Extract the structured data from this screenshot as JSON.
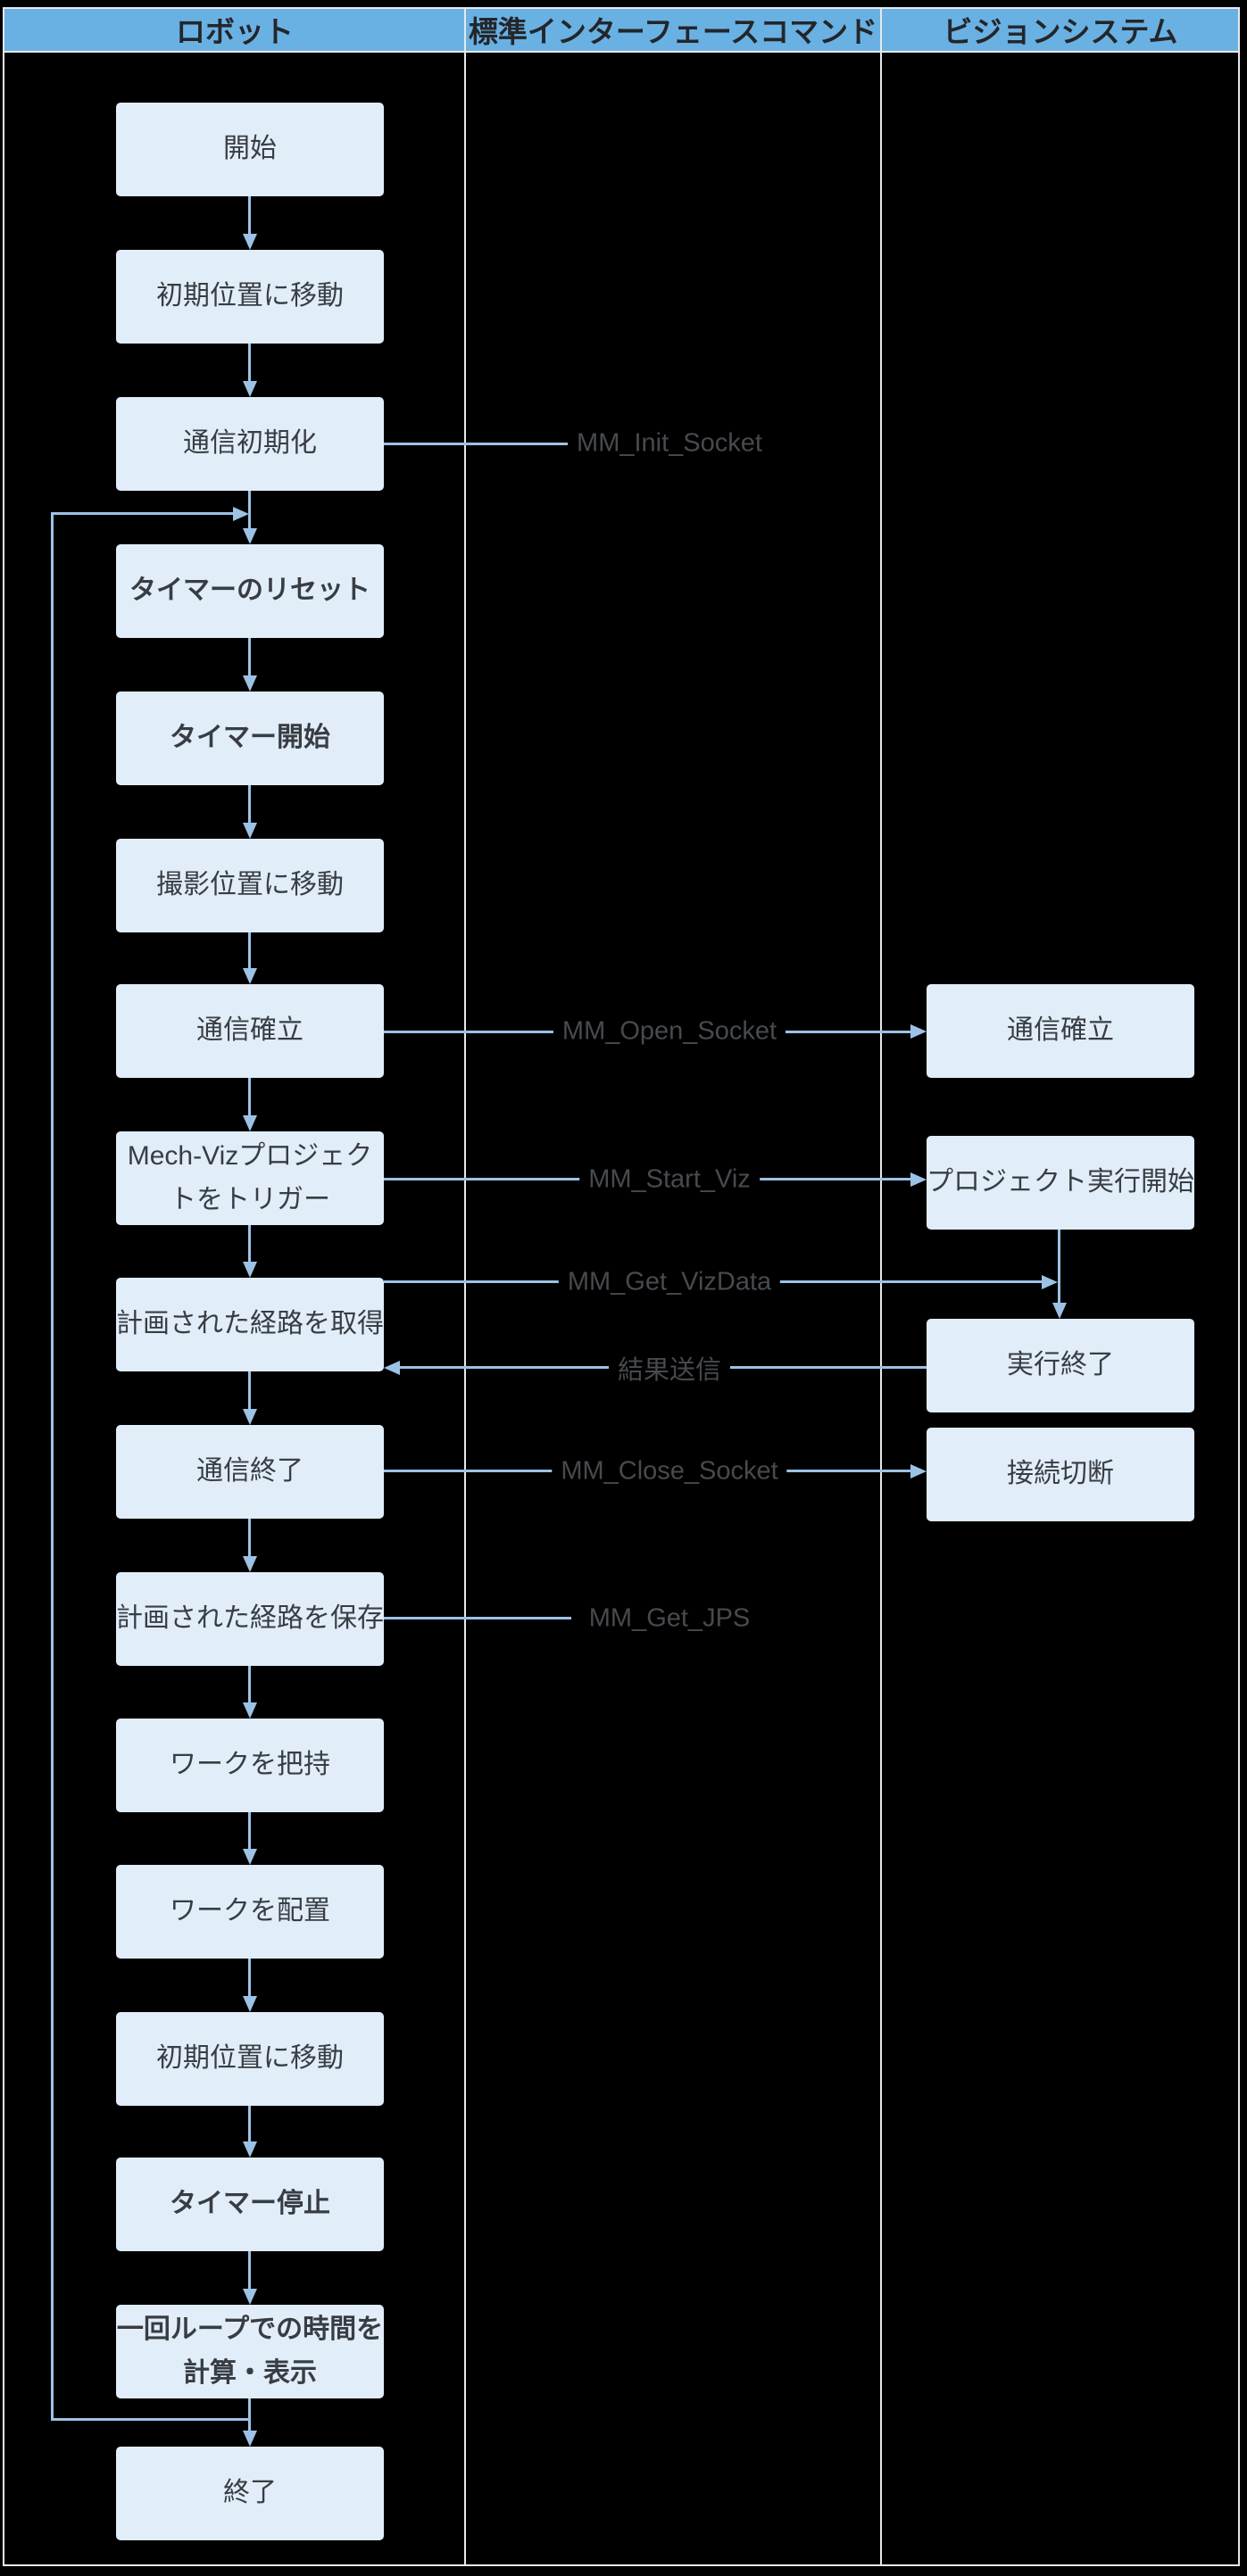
{
  "header": {
    "columns": [
      {
        "label": "ロボット"
      },
      {
        "label": "標準インターフェースコマンド"
      },
      {
        "label": "ビジョンシステム"
      }
    ]
  },
  "robot_flow": [
    {
      "label": "開始",
      "bold": false
    },
    {
      "label": "初期位置に移動",
      "bold": false
    },
    {
      "label": "通信初期化",
      "bold": false
    },
    {
      "label": "タイマーのリセット",
      "bold": true
    },
    {
      "label": "タイマー開始",
      "bold": true
    },
    {
      "label": "撮影位置に移動",
      "bold": false
    },
    {
      "label": "通信確立",
      "bold": false
    },
    {
      "label": "Mech-Vizプロジェク\nトをトリガー",
      "bold": false
    },
    {
      "label": "計画された経路を取得",
      "bold": false
    },
    {
      "label": "通信終了",
      "bold": false
    },
    {
      "label": "計画された経路を保存",
      "bold": false
    },
    {
      "label": "ワークを把持",
      "bold": false
    },
    {
      "label": "ワークを配置",
      "bold": false
    },
    {
      "label": "初期位置に移動",
      "bold": false
    },
    {
      "label": "タイマー停止",
      "bold": true
    },
    {
      "label": "一回ループでの時間を\n計算・表示",
      "bold": true
    },
    {
      "label": "終了",
      "bold": false
    }
  ],
  "vision_flow": [
    {
      "label": "通信確立"
    },
    {
      "label": "プロジェクト実行開始"
    },
    {
      "label": "実行終了"
    },
    {
      "label": "接続切断"
    }
  ],
  "commands": [
    {
      "label": "MM_Init_Socket"
    },
    {
      "label": "MM_Open_Socket"
    },
    {
      "label": "MM_Start_Viz"
    },
    {
      "label": "MM_Get_VizData"
    },
    {
      "label": "結果送信"
    },
    {
      "label": "MM_Close_Socket"
    },
    {
      "label": "MM_Get_JPS"
    }
  ],
  "colors": {
    "background": "#000000",
    "header_fill": "#6ab1e3",
    "header_text": "#23262b",
    "box_fill": "#e1edf9",
    "box_text": "#383d43",
    "command_text": "#474a4e",
    "connector": "#9cc2e6",
    "grid_border": "#e6e9ec"
  }
}
